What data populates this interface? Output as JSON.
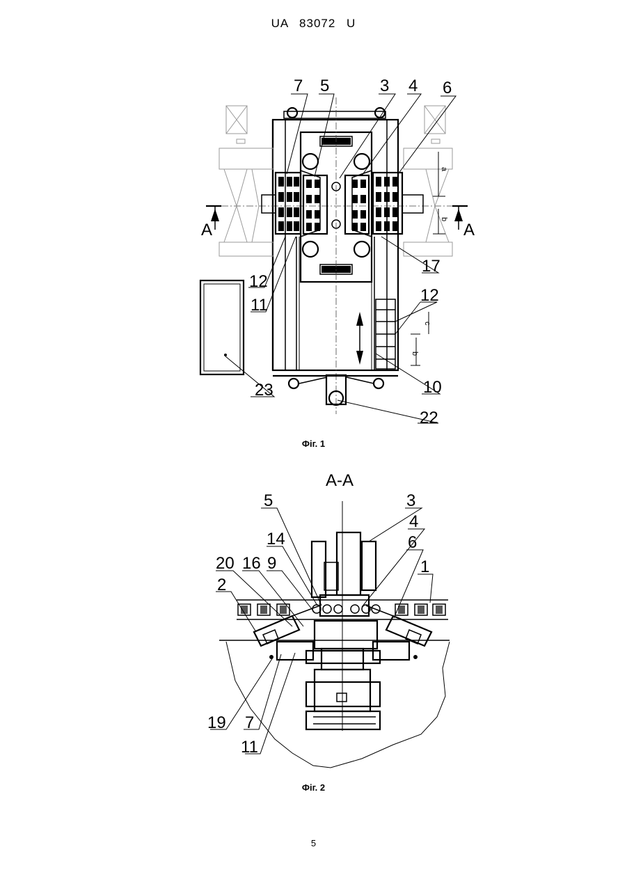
{
  "document": {
    "header": "UA 83072 U",
    "page_number": "5"
  },
  "figure1": {
    "caption": "Фіг. 1",
    "section_mark": "A",
    "labels": {
      "l7": "7",
      "l5": "5",
      "l3": "3",
      "l4": "4",
      "l6": "6",
      "l12a": "12",
      "l11": "11",
      "l17": "17",
      "l12b": "12",
      "l10": "10",
      "l23": "23",
      "l22": "22"
    },
    "dims": {
      "a1": "a",
      "b1": "b",
      "c": "c",
      "b2": "b"
    }
  },
  "figure2": {
    "title": "A-A",
    "caption": "Фіг. 2",
    "labels": {
      "l5": "5",
      "l3": "3",
      "l14": "14",
      "l4": "4",
      "l20": "20",
      "l16": "16",
      "l9": "9",
      "l6": "6",
      "l2": "2",
      "l1": "1",
      "l19": "19",
      "l7": "7",
      "l11": "11"
    }
  }
}
